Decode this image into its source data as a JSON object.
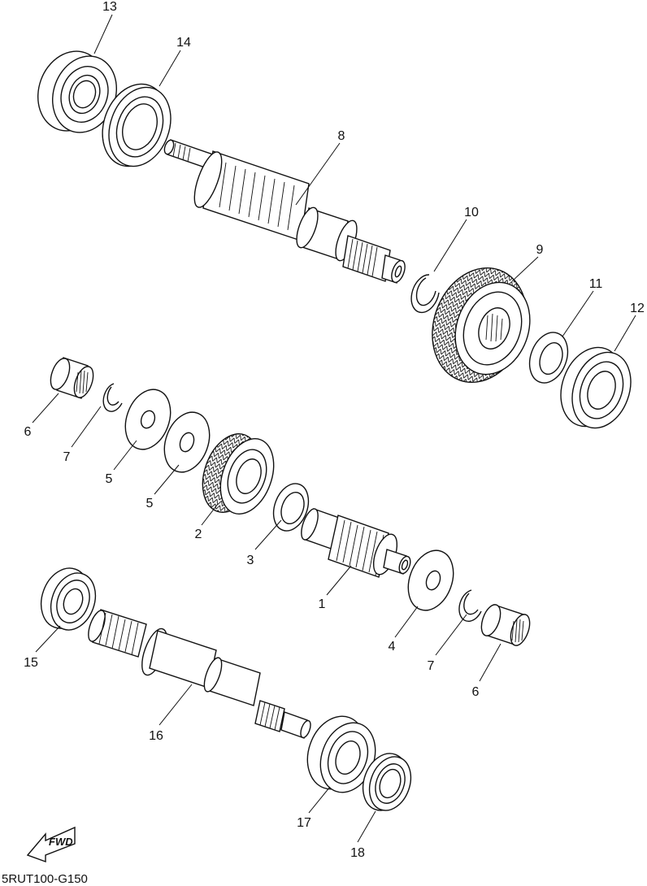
{
  "diagram": {
    "code": "5RUT100-G150",
    "fwd_label": "FWD",
    "callouts": [
      "13",
      "14",
      "8",
      "10",
      "9",
      "11",
      "12",
      "6",
      "7",
      "5",
      "5",
      "2",
      "3",
      "1",
      "4",
      "7",
      "6",
      "15",
      "16",
      "17",
      "18"
    ]
  }
}
